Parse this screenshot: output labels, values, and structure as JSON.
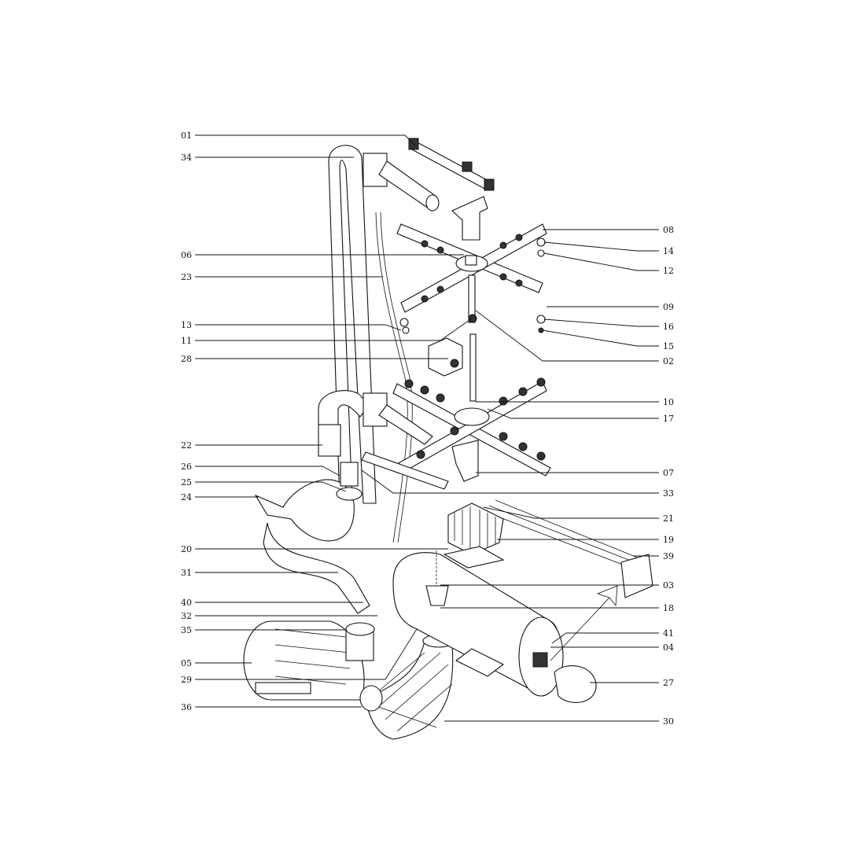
{
  "labels": {
    "left": [
      "01",
      "34",
      "06",
      "23",
      "13",
      "11",
      "28",
      "22",
      "26",
      "25",
      "24",
      "20",
      "31",
      "40",
      "32",
      "35",
      "05",
      "29",
      "36"
    ],
    "right": [
      "08",
      "14",
      "12",
      "09",
      "16",
      "15",
      "02",
      "10",
      "17",
      "07",
      "33",
      "21",
      "19",
      "39",
      "03",
      "18",
      "41",
      "04",
      "27",
      "30"
    ]
  }
}
